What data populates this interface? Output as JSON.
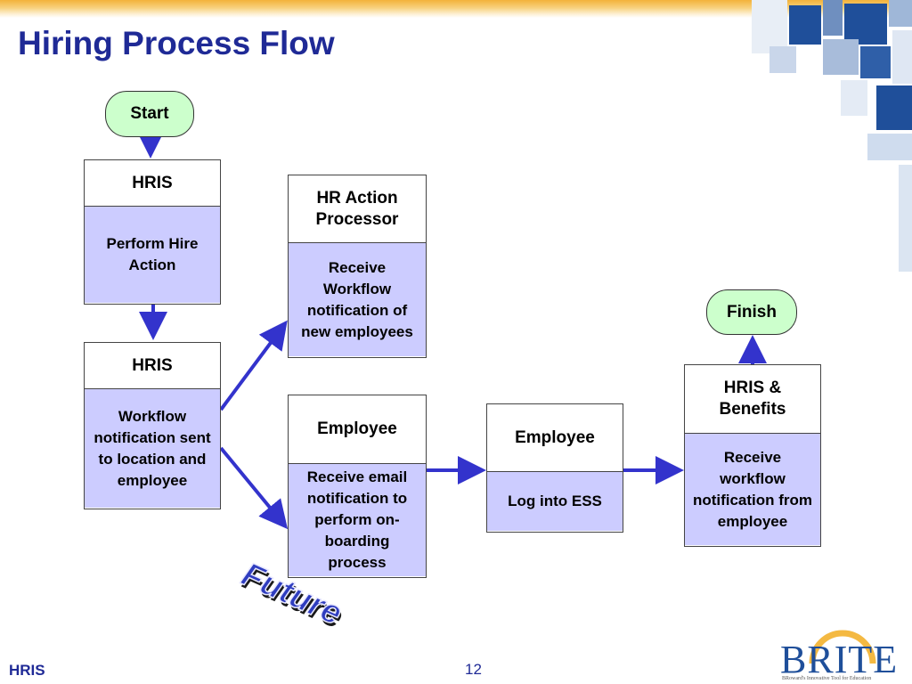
{
  "slide": {
    "title": "Hiring Process Flow",
    "footer_left": "HRIS",
    "page_number": "12",
    "watermark": "Future"
  },
  "flow": {
    "start": "Start",
    "finish": "Finish",
    "nodes": [
      {
        "id": "hris-perform-hire",
        "role": "HRIS",
        "task": "Perform Hire Action"
      },
      {
        "id": "hris-workflow-notification",
        "role": "HRIS",
        "task": "Workflow notification sent to location and employee"
      },
      {
        "id": "hr-action-processor",
        "role": "HR Action Processor",
        "task": "Receive Workflow notification of new employees"
      },
      {
        "id": "employee-onboarding",
        "role": "Employee",
        "task": "Receive email notification to perform on-boarding process"
      },
      {
        "id": "employee-ess",
        "role": "Employee",
        "task": "Log into ESS"
      },
      {
        "id": "hris-benefits",
        "role": "HRIS & Benefits",
        "task": "Receive workflow notification from employee"
      }
    ],
    "edges": [
      [
        "start",
        "hris-perform-hire"
      ],
      [
        "hris-perform-hire",
        "hris-workflow-notification"
      ],
      [
        "hris-workflow-notification",
        "hr-action-processor"
      ],
      [
        "hris-workflow-notification",
        "employee-onboarding"
      ],
      [
        "employee-onboarding",
        "employee-ess"
      ],
      [
        "employee-ess",
        "hris-benefits"
      ],
      [
        "hris-benefits",
        "finish"
      ]
    ],
    "colors": {
      "terminal_fill": "#ccffcc",
      "task_fill": "#ccccff",
      "arrow": "#3333cc",
      "title": "#1f2a96"
    }
  },
  "logo": {
    "word": "BRITE",
    "tagline": "BRoward's Innovative Tool for Education"
  }
}
